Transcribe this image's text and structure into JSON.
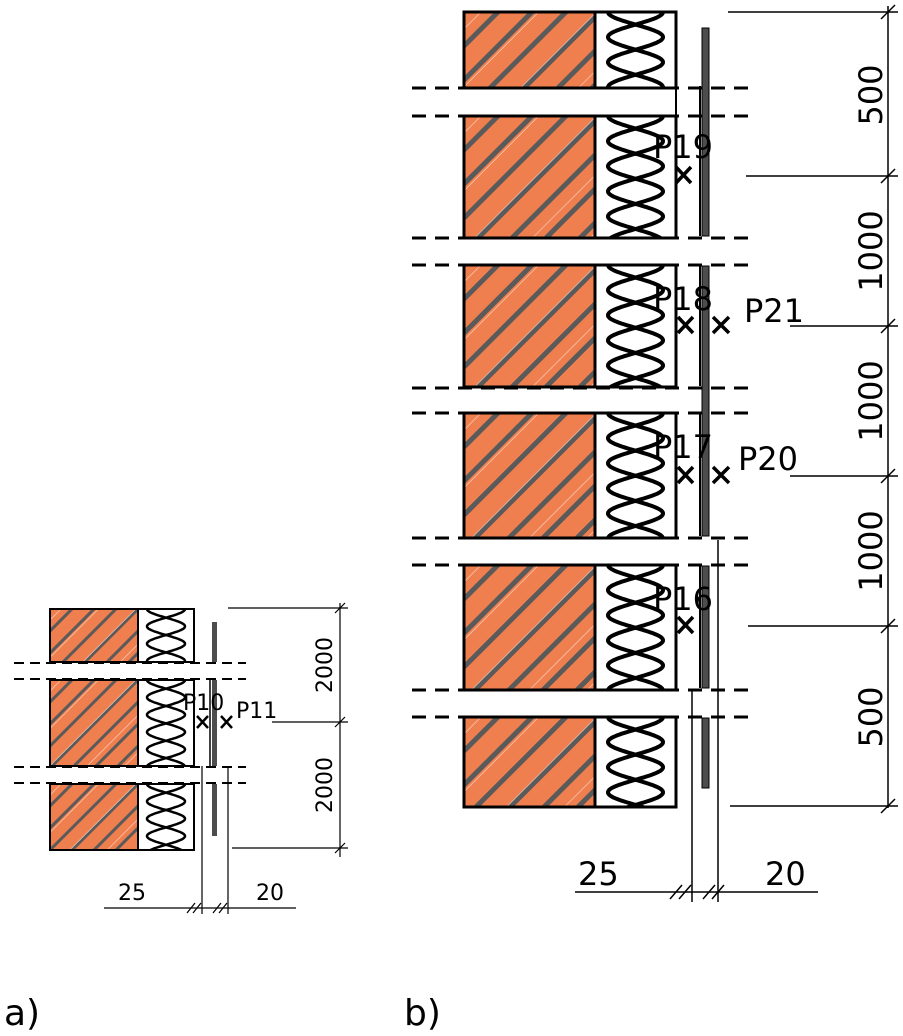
{
  "colors": {
    "brick": "#ef7f4e",
    "hatch": "#5a5a5a",
    "line": "#000000",
    "cladding": "#4d4d4d"
  },
  "panel_a": {
    "caption": "a)",
    "probes": [
      "P10",
      "P11"
    ],
    "spacings": [
      "2000",
      "2000"
    ],
    "widths": [
      "25",
      "20"
    ]
  },
  "panel_b": {
    "caption": "b)",
    "probes": [
      "P19",
      "P18",
      "P21",
      "P17",
      "P20",
      "P16"
    ],
    "spacings": [
      "500",
      "1000",
      "1000",
      "1000",
      "500"
    ],
    "widths": [
      "25",
      "20"
    ]
  }
}
